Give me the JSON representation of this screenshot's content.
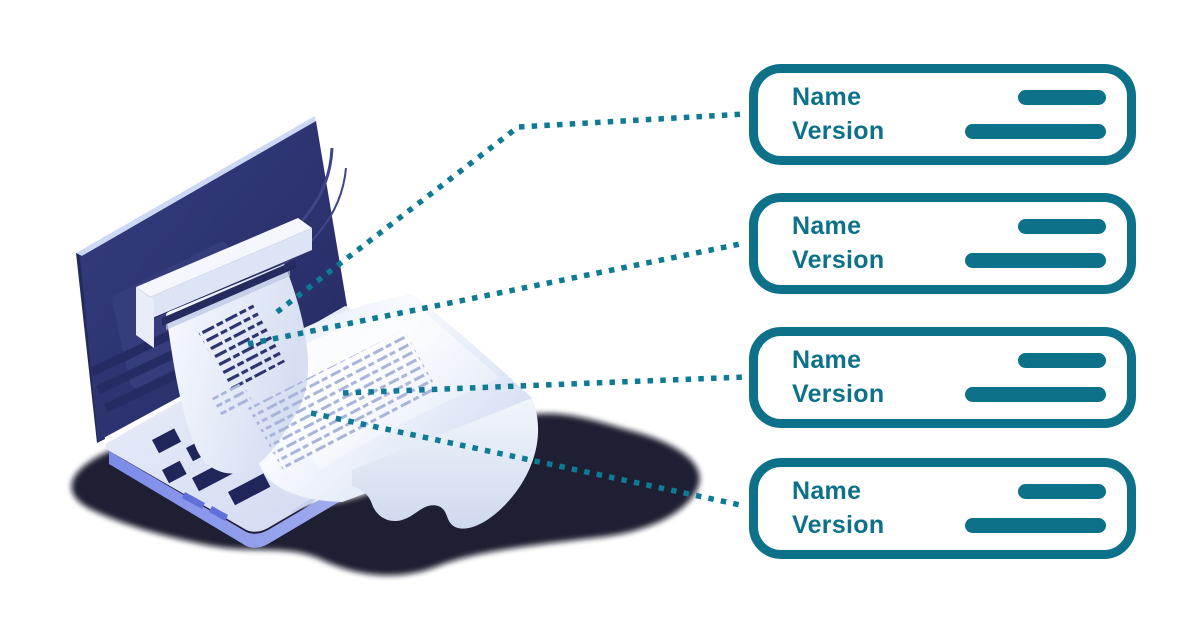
{
  "cards": [
    {
      "fields": [
        {
          "label": "Name"
        },
        {
          "label": "Version"
        }
      ]
    },
    {
      "fields": [
        {
          "label": "Name"
        },
        {
          "label": "Version"
        }
      ]
    },
    {
      "fields": [
        {
          "label": "Name"
        },
        {
          "label": "Version"
        }
      ]
    },
    {
      "fields": [
        {
          "label": "Name"
        },
        {
          "label": "Version"
        }
      ]
    }
  ],
  "colors": {
    "accent_teal": "#0d7189",
    "screen_navy": "#2b3272",
    "keyboard_navy": "#20265a",
    "base_light": "#dde4f6",
    "base_edge_blue": "#8191ea",
    "paper_light": "#eef3fc",
    "paper_text_light": "#a9b4da",
    "paper_text_dark": "#2c3470",
    "shadow_dark": "#0c1020"
  }
}
